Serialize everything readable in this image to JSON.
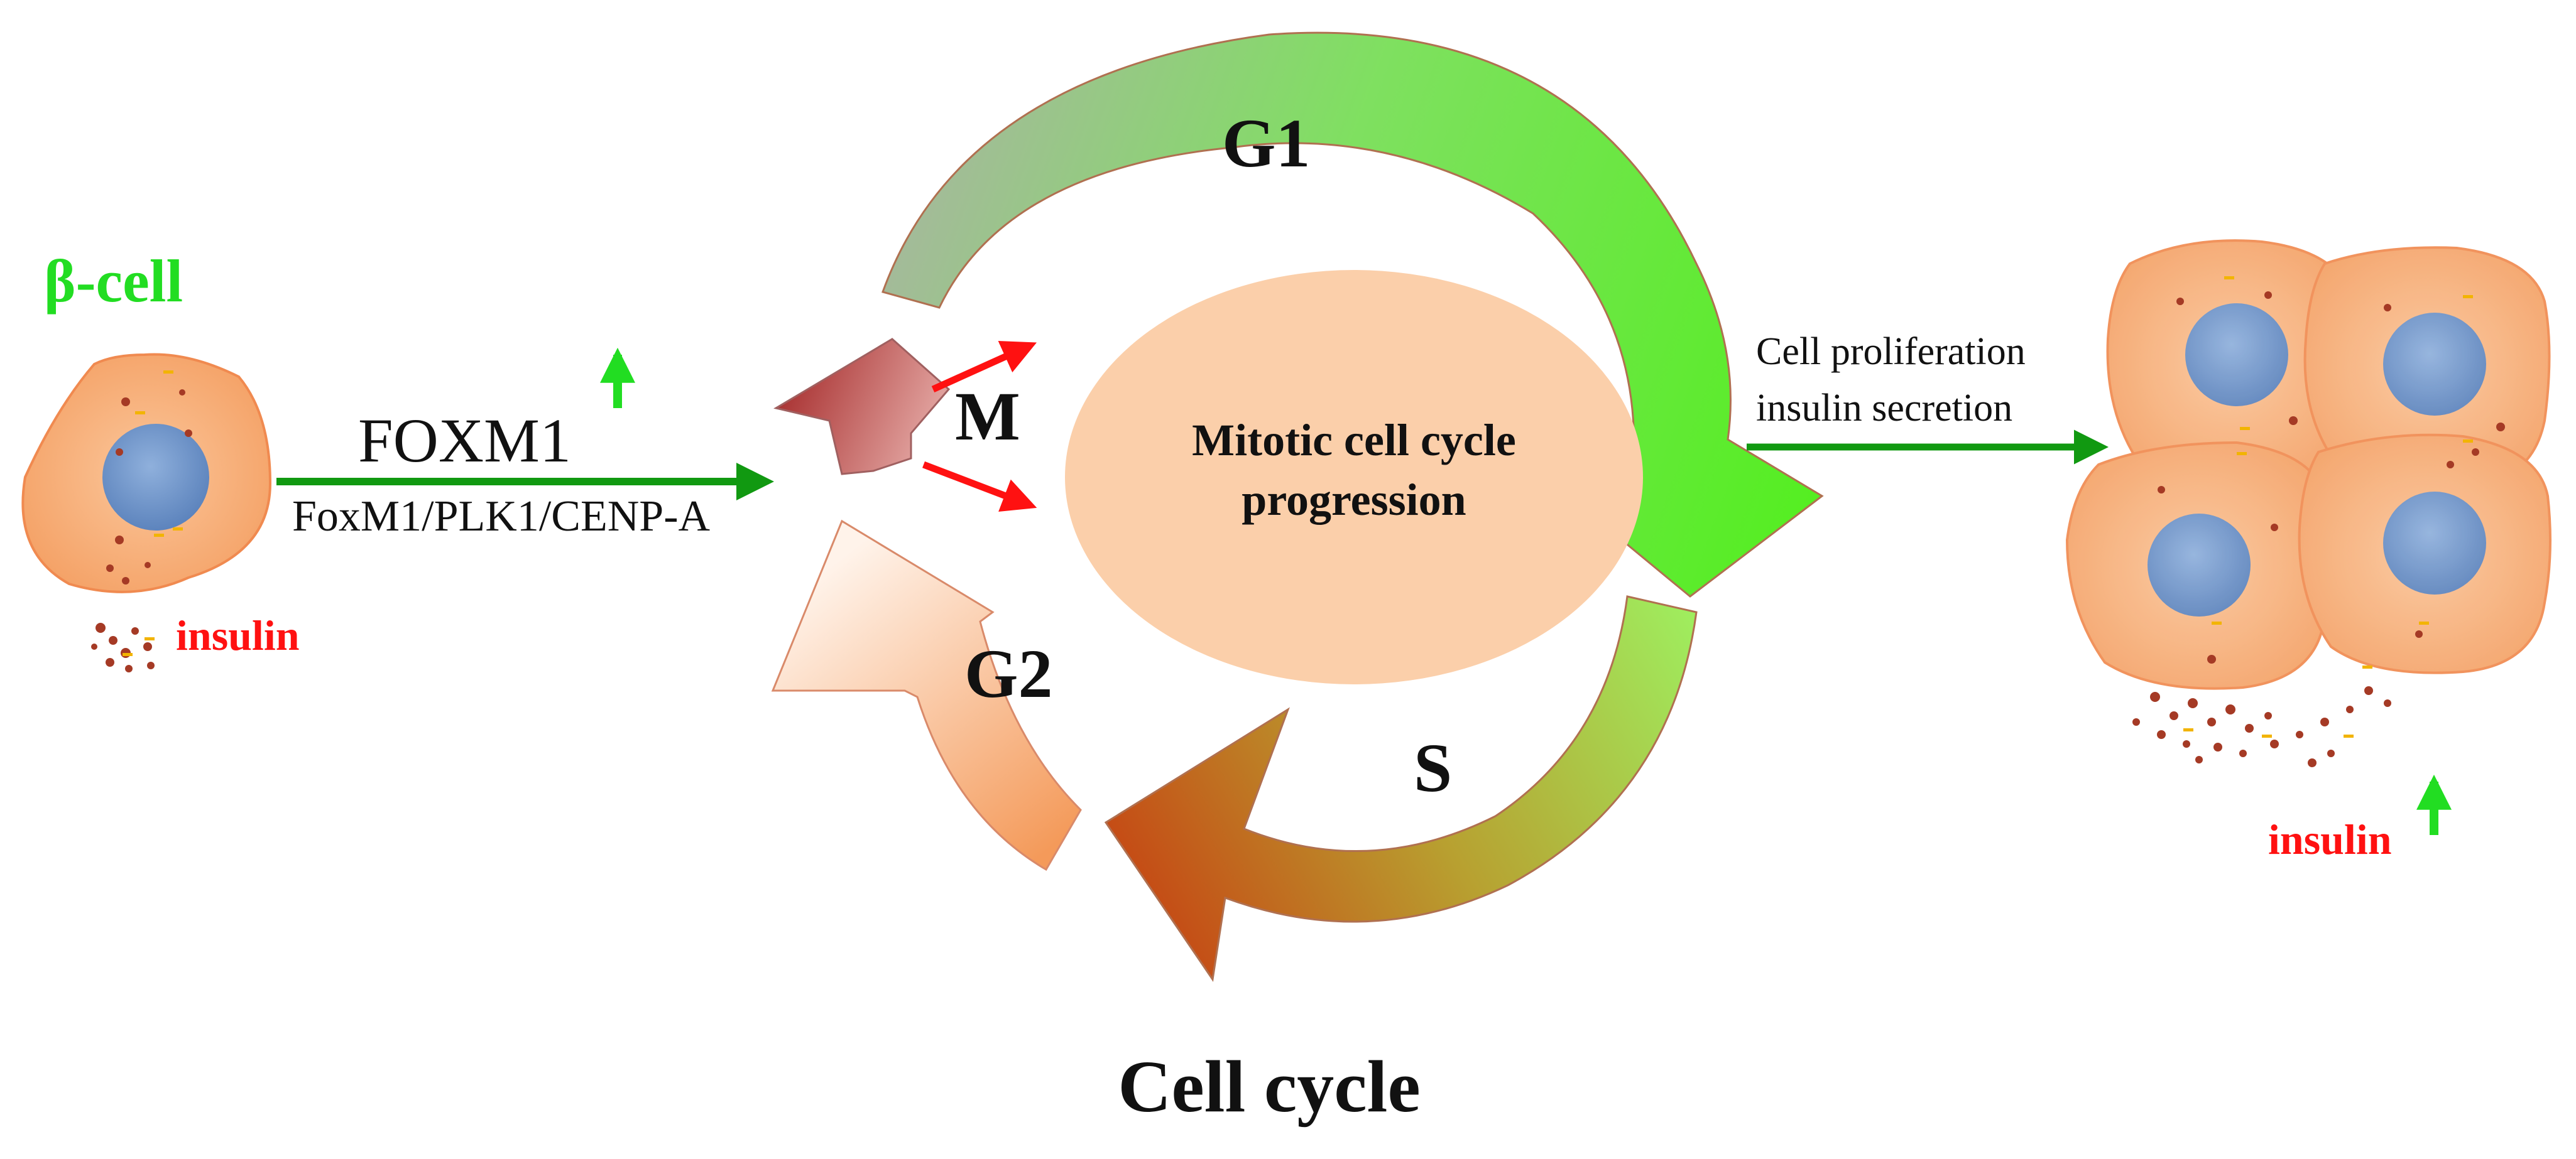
{
  "diagram": {
    "beta_cell_label": "β-cell",
    "foxm1_label": "FOXM1",
    "pathway_label": "FoxM1/PLK1/CENP-A",
    "insulin_left_label": "insulin",
    "insulin_right_label": "insulin",
    "center_text_line1": "Mitotic cell cycle",
    "center_text_line2": "progression",
    "phase_g1": "G1",
    "phase_s": "S",
    "phase_g2": "G2",
    "phase_m": "M",
    "outcome_line1": "Cell proliferation",
    "outcome_line2": "insulin secretion",
    "title": "Cell cycle"
  },
  "colors": {
    "beta_label": "#22dd22",
    "insulin_label": "#ff1111",
    "process_arrow": "#119911",
    "up_arrow": "#22dd22",
    "m_arrows": "#ff1111",
    "cell_fill": "#f8b07a",
    "nucleus": "#6f95c8",
    "center_ellipse": "#fbcfaa",
    "granule": "#a53a25",
    "granule_yellow": "#f2b400"
  }
}
